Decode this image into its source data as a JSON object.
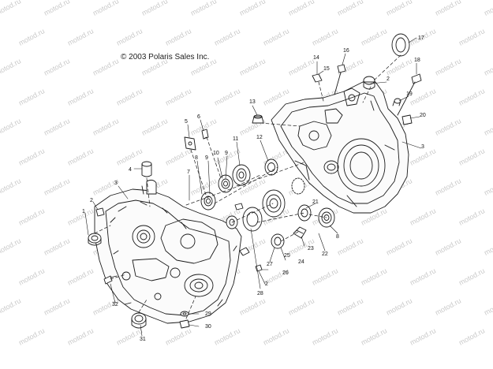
{
  "copyright": "© 2003 Polaris Sales Inc.",
  "watermark_text": "motod.ru",
  "line_color": "#1a1a1a",
  "callouts": [
    "1",
    "2",
    "3",
    "4",
    "5",
    "6",
    "7",
    "8",
    "9",
    "10",
    "11",
    "12",
    "13",
    "14",
    "15",
    "16",
    "17",
    "18",
    "19",
    "20",
    "21",
    "22",
    "23",
    "24",
    "25",
    "26",
    "27",
    "28",
    "29",
    "30",
    "31",
    "32"
  ]
}
